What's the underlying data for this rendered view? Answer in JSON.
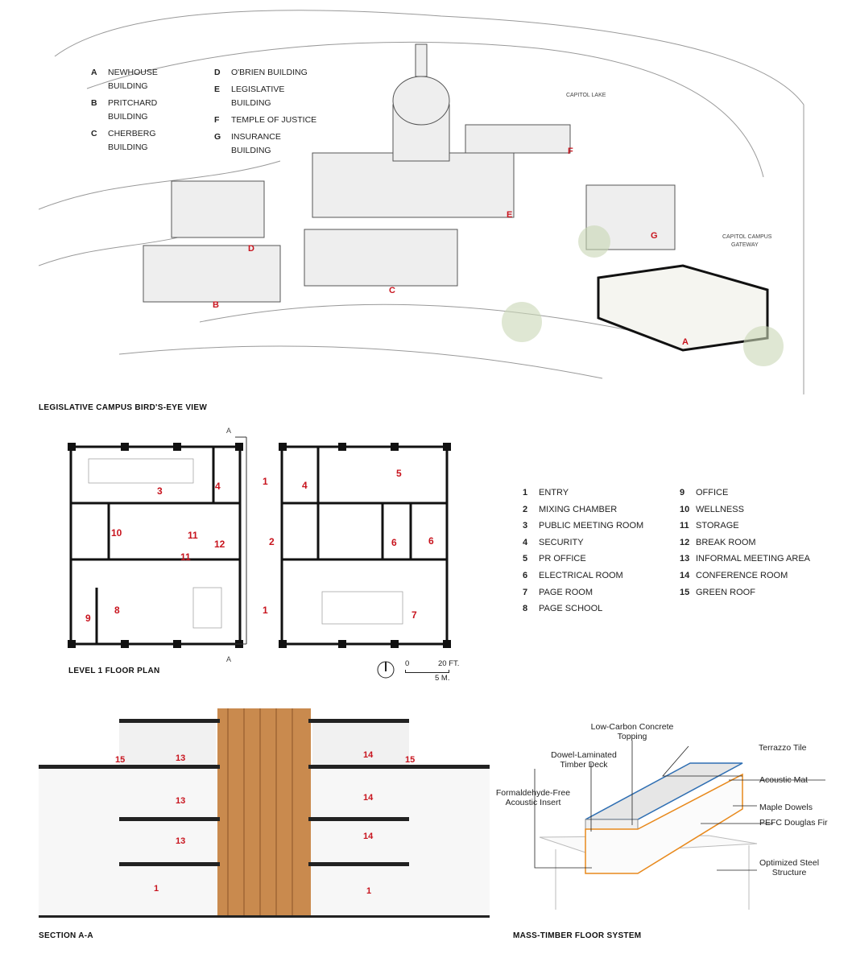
{
  "aerial": {
    "caption": "LEGISLATIVE CAMPUS BIRD'S-EYE VIEW",
    "legend": [
      {
        "key": "A",
        "label": "NEWHOUSE BUILDING"
      },
      {
        "key": "B",
        "label": "PRITCHARD BUILDING"
      },
      {
        "key": "C",
        "label": "CHERBERG BUILDING"
      },
      {
        "key": "D",
        "label": "O'BRIEN BUILDING"
      },
      {
        "key": "E",
        "label": "LEGISLATIVE BUILDING"
      },
      {
        "key": "F",
        "label": "TEMPLE OF JUSTICE"
      },
      {
        "key": "G",
        "label": "INSURANCE BUILDING"
      }
    ],
    "place_labels": {
      "lake": "CAPITOL LAKE",
      "gateway_1": "CAPITOL CAMPUS",
      "gateway_2": "GATEWAY"
    },
    "markers": [
      "A",
      "B",
      "C",
      "D",
      "E",
      "F",
      "G"
    ]
  },
  "plan": {
    "caption": "LEVEL 1 FLOOR PLAN",
    "section_mark": "A",
    "scale": {
      "zero": "0",
      "ft": "20 FT.",
      "m": "5 M."
    },
    "rooms": [
      "1",
      "1",
      "2",
      "3",
      "4",
      "4",
      "5",
      "6",
      "6",
      "7",
      "8",
      "9",
      "10",
      "11",
      "11",
      "12"
    ],
    "key": [
      {
        "n": "1",
        "label": "ENTRY"
      },
      {
        "n": "2",
        "label": "MIXING CHAMBER"
      },
      {
        "n": "3",
        "label": "PUBLIC MEETING ROOM"
      },
      {
        "n": "4",
        "label": "SECURITY"
      },
      {
        "n": "5",
        "label": "PR OFFICE"
      },
      {
        "n": "6",
        "label": "ELECTRICAL ROOM"
      },
      {
        "n": "7",
        "label": "PAGE ROOM"
      },
      {
        "n": "8",
        "label": "PAGE SCHOOL"
      },
      {
        "n": "9",
        "label": "OFFICE"
      },
      {
        "n": "10",
        "label": "WELLNESS"
      },
      {
        "n": "11",
        "label": "STORAGE"
      },
      {
        "n": "12",
        "label": "BREAK ROOM"
      },
      {
        "n": "13",
        "label": "INFORMAL MEETING AREA"
      },
      {
        "n": "14",
        "label": "CONFERENCE ROOM"
      },
      {
        "n": "15",
        "label": "GREEN ROOF"
      }
    ]
  },
  "section": {
    "caption": "SECTION A-A",
    "rooms": [
      "15",
      "13",
      "14",
      "15",
      "13",
      "14",
      "13",
      "14",
      "1",
      "1"
    ]
  },
  "floor_system": {
    "caption": "MASS-TIMBER FLOOR SYSTEM",
    "labels": {
      "low_carbon": "Low-Carbon Concrete Topping",
      "dlt": "Dowel-Laminated Timber Deck",
      "insert": "Formaldehyde-Free Acoustic Insert",
      "terrazzo": "Terrazzo Tile",
      "mat": "Acoustic Mat",
      "dowels": "Maple Dowels",
      "fir": "PEFC Douglas Fir",
      "steel": "Optimized Steel Structure"
    }
  },
  "colors": {
    "accent": "#c8141e",
    "timber": "#e8891c",
    "tile": "#2f6fb3"
  }
}
